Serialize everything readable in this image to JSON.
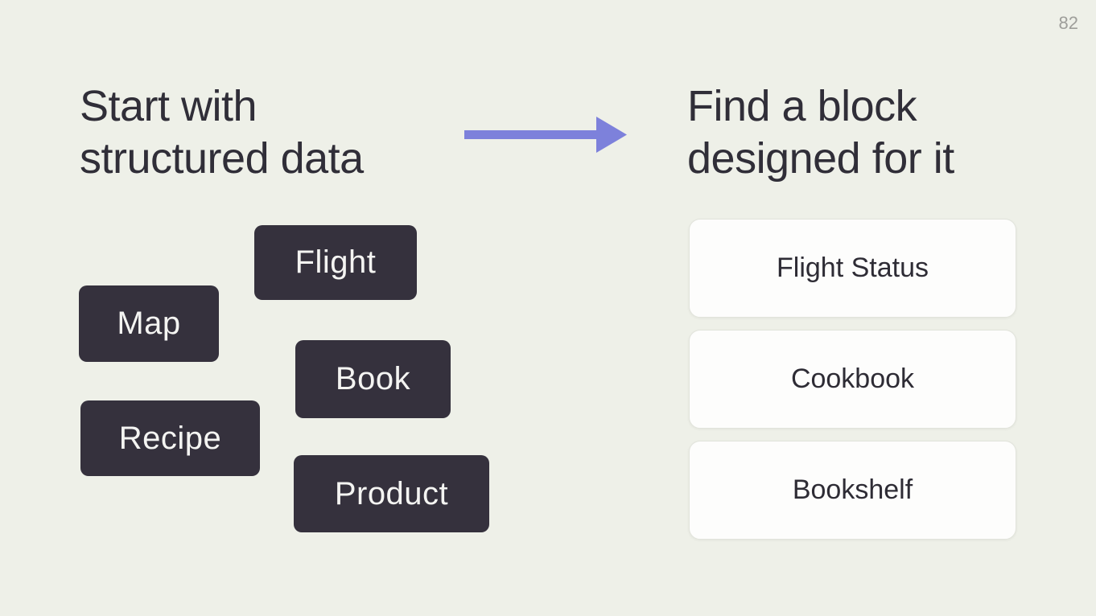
{
  "slide": {
    "page_number": "82"
  },
  "left_section": {
    "heading_line1": "Start with",
    "heading_line2": "structured data",
    "chips": [
      {
        "label": "Flight"
      },
      {
        "label": "Map"
      },
      {
        "label": "Book"
      },
      {
        "label": "Recipe"
      },
      {
        "label": "Product"
      }
    ]
  },
  "right_section": {
    "heading_line1": "Find a block",
    "heading_line2": "designed for it",
    "cards": [
      {
        "label": "Flight Status"
      },
      {
        "label": "Cookbook"
      },
      {
        "label": "Bookshelf"
      }
    ]
  },
  "icons": {
    "arrow": "right-arrow"
  },
  "colors": {
    "background": "#eef0e8",
    "heading_text": "#302e38",
    "chip_background": "#35313d",
    "chip_text": "#f4f4f2",
    "card_background": "#fdfdfc",
    "card_border": "#e2e4dc",
    "card_text": "#2e2c35",
    "arrow": "#7d81db",
    "page_number_text": "#9e9e9a"
  }
}
